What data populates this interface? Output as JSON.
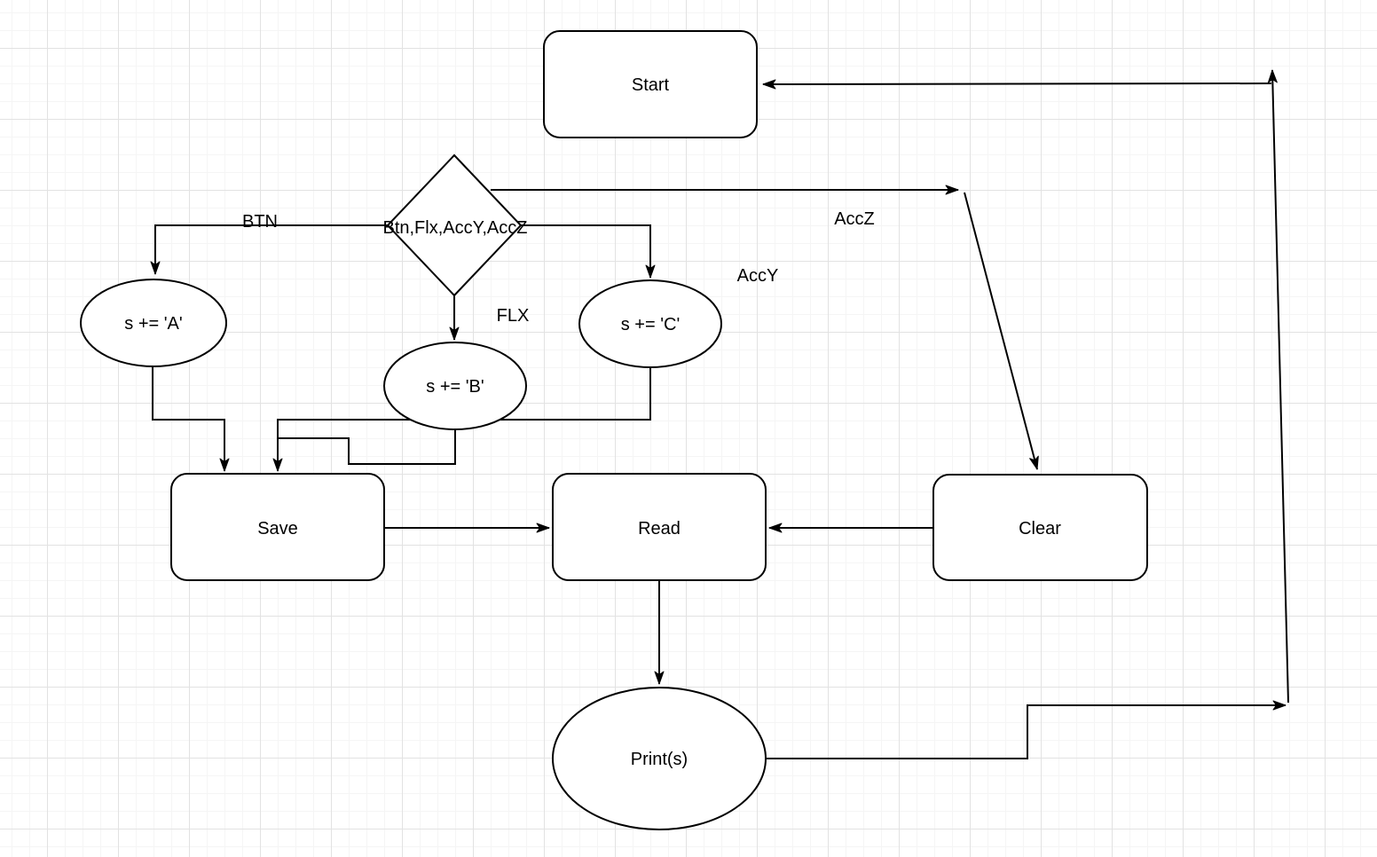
{
  "diagram": {
    "nodes": {
      "start": {
        "label": "Start",
        "type": "rounded-rect"
      },
      "decision": {
        "label": "Btn,Flx,AccY,AccZ",
        "type": "diamond"
      },
      "append_a": {
        "label": "s += 'A'",
        "type": "ellipse"
      },
      "append_b": {
        "label": "s += 'B'",
        "type": "ellipse"
      },
      "append_c": {
        "label": "s += 'C'",
        "type": "ellipse"
      },
      "save": {
        "label": "Save",
        "type": "rounded-rect"
      },
      "read": {
        "label": "Read",
        "type": "rounded-rect"
      },
      "clear": {
        "label": "Clear",
        "type": "rounded-rect"
      },
      "print": {
        "label": "Print(s)",
        "type": "ellipse"
      }
    },
    "edge_labels": {
      "btn": "BTN",
      "flx": "FLX",
      "accy": "AccY",
      "accz": "AccZ"
    },
    "edges": [
      {
        "from": "decision",
        "to": "append_a",
        "label": "BTN"
      },
      {
        "from": "decision",
        "to": "append_b",
        "label": "FLX"
      },
      {
        "from": "decision",
        "to": "append_c",
        "label": "AccY"
      },
      {
        "from": "decision",
        "to": "clear",
        "label": "AccZ"
      },
      {
        "from": "append_a",
        "to": "save",
        "label": ""
      },
      {
        "from": "append_b",
        "to": "save",
        "label": ""
      },
      {
        "from": "append_c",
        "to": "save",
        "label": ""
      },
      {
        "from": "save",
        "to": "read",
        "label": ""
      },
      {
        "from": "clear",
        "to": "read",
        "label": ""
      },
      {
        "from": "read",
        "to": "print",
        "label": ""
      },
      {
        "from": "print",
        "to": "start",
        "label": ""
      }
    ],
    "colors": {
      "stroke": "#000000",
      "shape_fill": "#ffffff",
      "background": "#ffffff",
      "grid_minor": "#f5f5f5",
      "grid_major": "#e2e2e2"
    }
  }
}
